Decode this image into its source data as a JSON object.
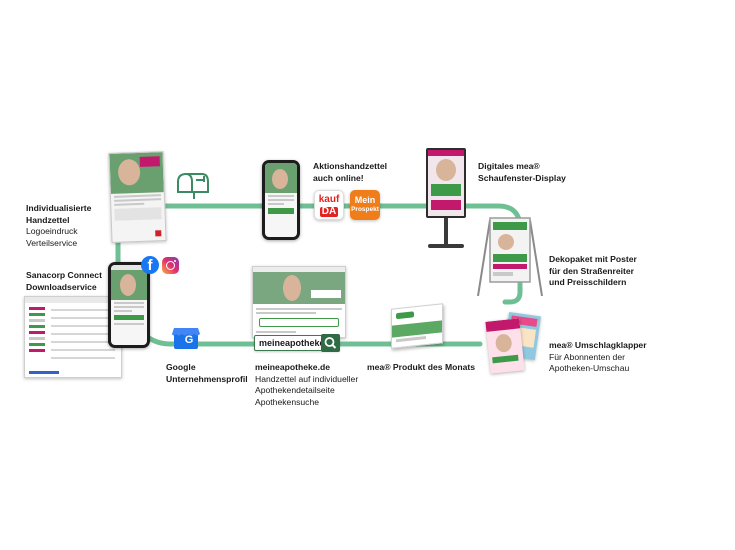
{
  "flow": {
    "line_color": "#6fbf95",
    "brand_magenta": "#c2196d",
    "brand_green": "#3e9a48"
  },
  "labels": {
    "handzettel": {
      "title_1": "Individualisierte",
      "title_2": "Handzettel",
      "line_1": "Logoeindruck",
      "line_2": "Verteilservice"
    },
    "sanacorp": {
      "title_1": "Sanacorp Connect",
      "title_2": "Downloadservice"
    },
    "aktion": {
      "title_1": "Aktionshandzettel",
      "title_2": "auch online!"
    },
    "display": {
      "title_1": "Digitales mea®",
      "title_2": "Schaufenster-Display"
    },
    "dekopaket": {
      "title_1": "Dekopaket mit Poster",
      "title_2": "für den Straßenreiter",
      "title_3": "und Preisschildern"
    },
    "umschlag": {
      "title_1": "mea® Umschlagklapper",
      "line_1": "Für Abonnenten der",
      "line_2": "Apotheken-Umschau"
    },
    "produkt": {
      "title_1": "mea® Produkt des Monats"
    },
    "google": {
      "title_1": "Google",
      "title_2": "Unternehmensprofil"
    },
    "meineapotheke": {
      "title_1": "meineapotheke.de",
      "line_1": "Handzettel auf individueller",
      "line_2": "Apothekendetailseite",
      "line_3": "Apothekensuche"
    }
  },
  "logos": {
    "kaufda_1": "kauf",
    "kaufda_2": "DA",
    "prospekt_1": "Mein",
    "prospekt_2": "Prospekt",
    "kaufda_color": "#e42320",
    "prospekt_color": "#ef7d1a",
    "facebook_letter": "f",
    "facebook_color": "#1877f2",
    "google_letter": "G"
  },
  "searchbar": {
    "text": "meineapotheke.de"
  },
  "icons": [
    "mailbox-icon",
    "facebook-icon",
    "instagram-icon",
    "google-business-icon",
    "search-icon"
  ]
}
